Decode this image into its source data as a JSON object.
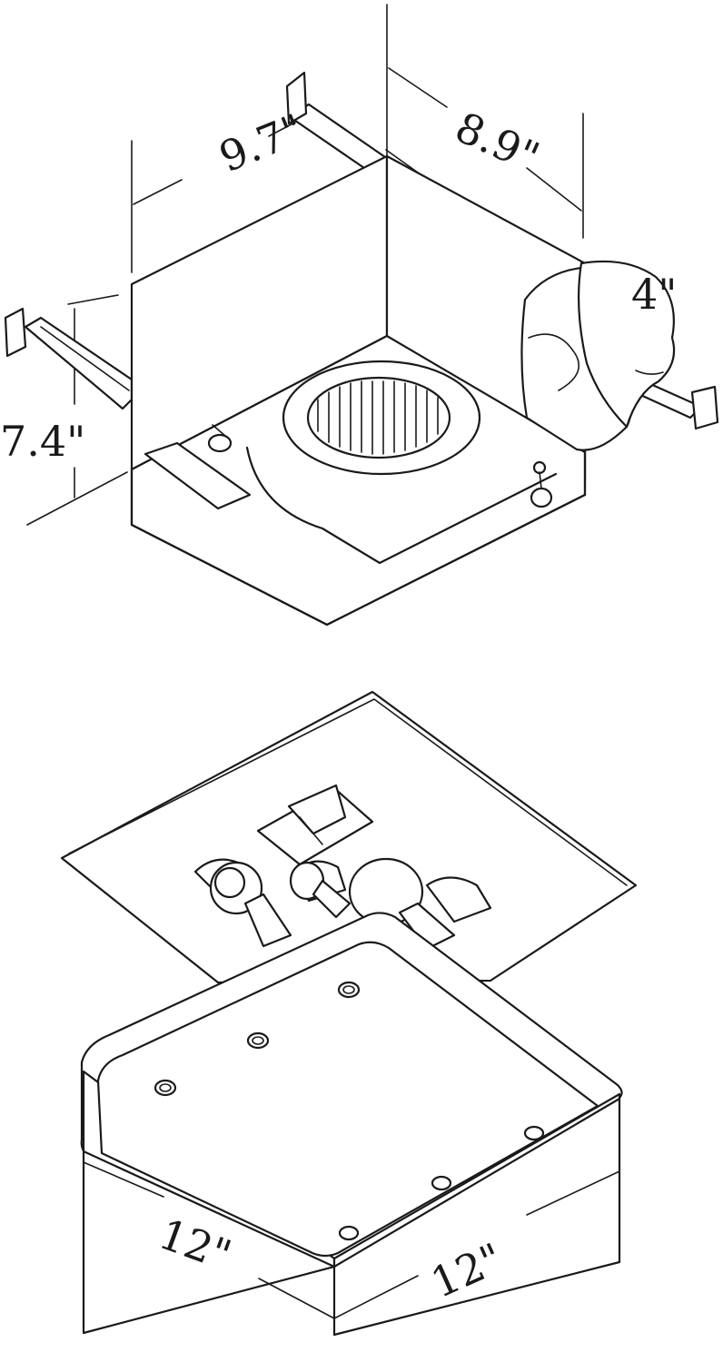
{
  "housing": {
    "width_label": "9.7\"",
    "depth_label": "8.9\"",
    "height_label": "7.4\"",
    "duct_label": "4\""
  },
  "grille": {
    "width_label": "12\"",
    "depth_label": "12\""
  },
  "colors": {
    "line": "#1a1a1a",
    "background": "#ffffff"
  }
}
